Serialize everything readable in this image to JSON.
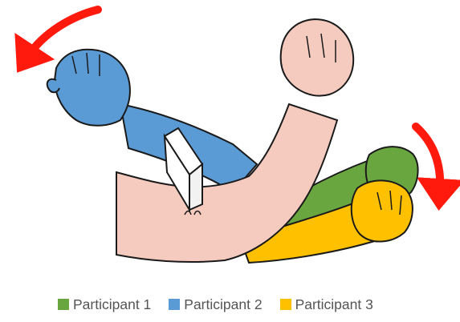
{
  "colors": {
    "participant1": "#6aa640",
    "participant2": "#5b9bd5",
    "participant3": "#ffc000",
    "skin": "#f6cbbf",
    "arrow": "#ff1a0d",
    "outline": "#1a1a1a"
  },
  "legend": [
    {
      "label": "Participant 1",
      "color": "#6aa640"
    },
    {
      "label": "Participant 2",
      "color": "#5b9bd5"
    },
    {
      "label": "Participant 3",
      "color": "#ffc000"
    }
  ],
  "icons": {
    "rotation_left": "red-curved-arrow",
    "rotation_down": "red-curved-arrow",
    "sensor": "device-on-elbow"
  }
}
